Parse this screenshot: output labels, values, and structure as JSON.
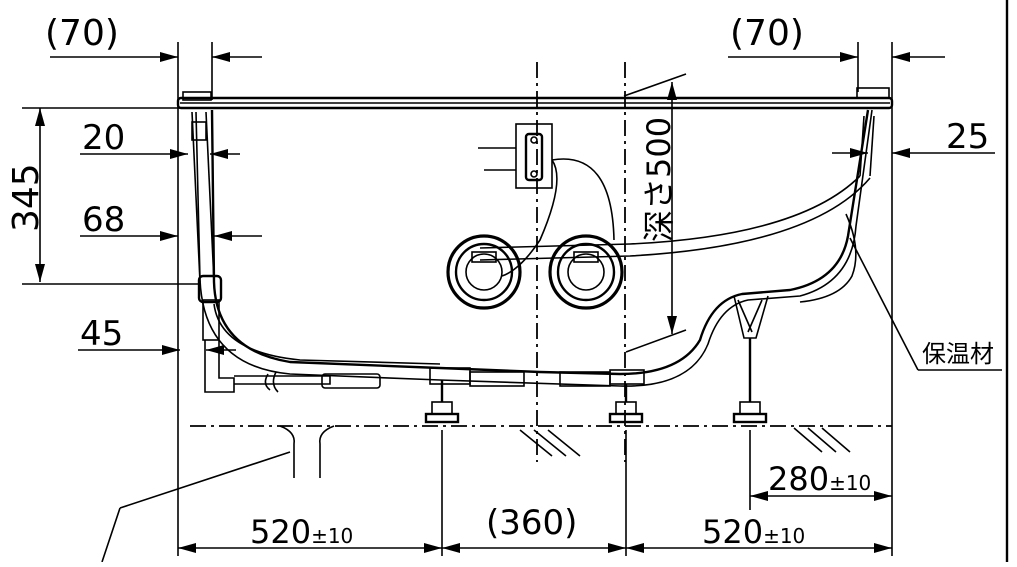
{
  "dimensions": {
    "top_left_offset": "(70)",
    "top_right_offset": "(70)",
    "height_overall": "345",
    "left_20": "20",
    "left_68": "68",
    "left_45": "45",
    "right_25": "25",
    "depth_label": "深さ500",
    "insulation_label": "保温材",
    "span_right_280": "280",
    "span_right_280_tol": "±10",
    "span_left_520": "520",
    "span_left_520_tol": "±10",
    "span_center_360": "(360)",
    "span_right_520": "520",
    "span_right_520_tol": "±10"
  }
}
